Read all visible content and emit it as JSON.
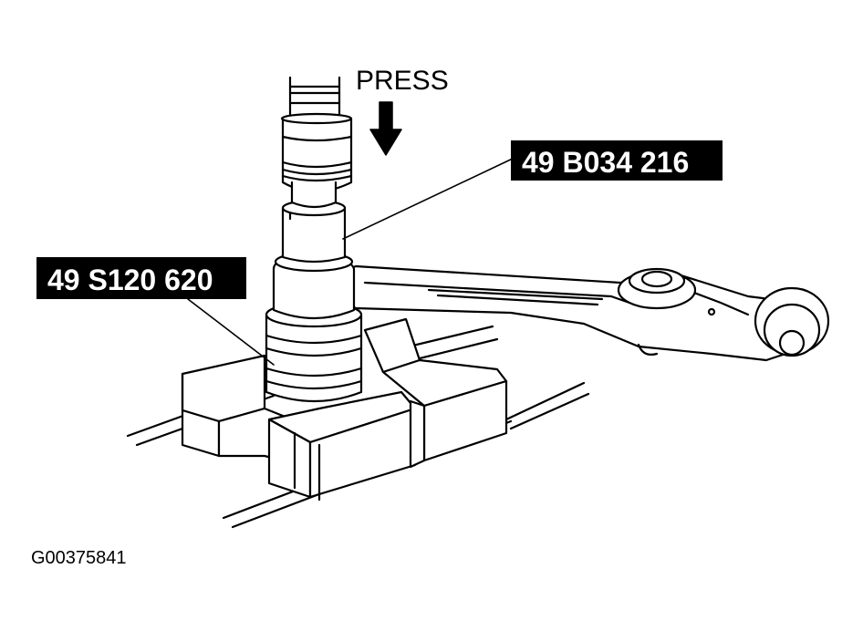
{
  "press_label": "PRESS",
  "tool_label_upper": "49 B034 216",
  "tool_label_lower": "49 S120 620",
  "figure_id": "G00375841",
  "colors": {
    "line": "#000000",
    "fill": "#ffffff",
    "label_bg": "#000000",
    "label_text": "#ffffff"
  }
}
